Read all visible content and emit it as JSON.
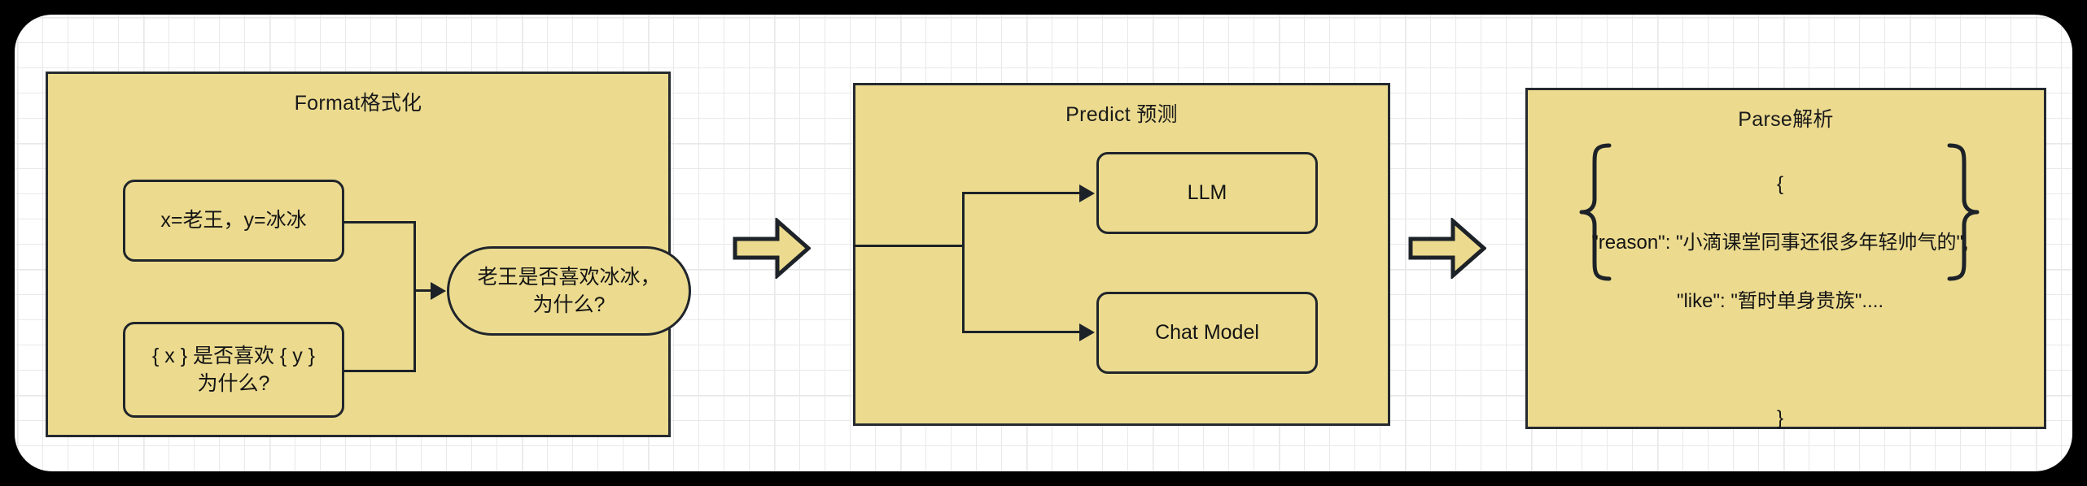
{
  "diagram": {
    "type": "flow",
    "background_color": "#000000",
    "canvas_color": "#ffffff",
    "panel_fill": "#ecdb8f",
    "panel_stroke": "#252a30"
  },
  "panels": [
    {
      "id": "format",
      "title": "Format格式化",
      "nodes": [
        {
          "id": "vars",
          "label": "x=老王，y=冰冰",
          "shape": "rounded-rect"
        },
        {
          "id": "template",
          "label": "{ x } 是否喜欢 { y }\n为什么?",
          "shape": "rounded-rect"
        },
        {
          "id": "rendered",
          "label": "老王是否喜欢冰冰，\n为什么?",
          "shape": "stadium"
        }
      ]
    },
    {
      "id": "predict",
      "title": "Predict 预测",
      "nodes": [
        {
          "id": "llm",
          "label": "LLM",
          "shape": "rounded-rect"
        },
        {
          "id": "chat-model",
          "label": "Chat Model",
          "shape": "rounded-rect"
        }
      ]
    },
    {
      "id": "parse",
      "title": "Parse解析",
      "json_block": {
        "open_brace": "{",
        "lines": [
          "\"reason\": \"小滴课堂同事还很多年轻帅气的\",",
          "\"like\": \"暂时单身贵族\"...."
        ],
        "close_brace": "}"
      }
    }
  ],
  "connectors": {
    "arrow_format_to_predict": "block-arrow-right",
    "arrow_predict_to_parse": "block-arrow-right"
  }
}
